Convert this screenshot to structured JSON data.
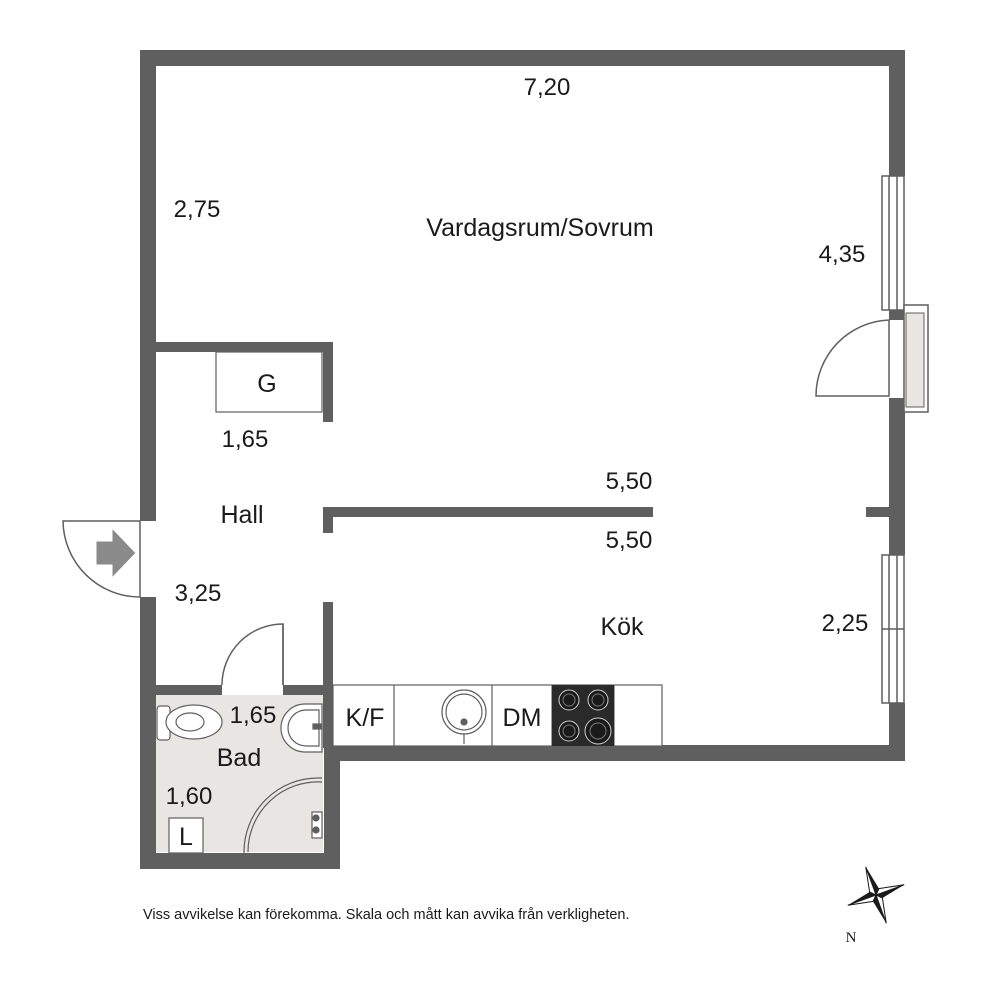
{
  "rooms": {
    "living": "Vardagsrum/Sovrum",
    "hall": "Hall",
    "kitchen": "Kök",
    "bath": "Bad"
  },
  "dimensions": {
    "living_width": "7,20",
    "living_left": "2,75",
    "living_right": "4,35",
    "wall_top": "5,50",
    "wall_bottom": "5,50",
    "closet": "1,65",
    "hall": "3,25",
    "kitchen_right": "2,25",
    "bath_width": "1,65",
    "bath_depth": "1,60"
  },
  "fixtures": {
    "wardrobe": "G",
    "fridge_freezer": "K/F",
    "dishwasher": "DM",
    "laundry": "L"
  },
  "disclaimer": "Viss avvikelse kan förekomma. Skala och mått kan avvika från verkligheten.",
  "compass_label": "N",
  "colors": {
    "wall": "#5f5f5f",
    "bath_floor": "#e8e6e2",
    "door_arrow": "#8a8a8a"
  }
}
